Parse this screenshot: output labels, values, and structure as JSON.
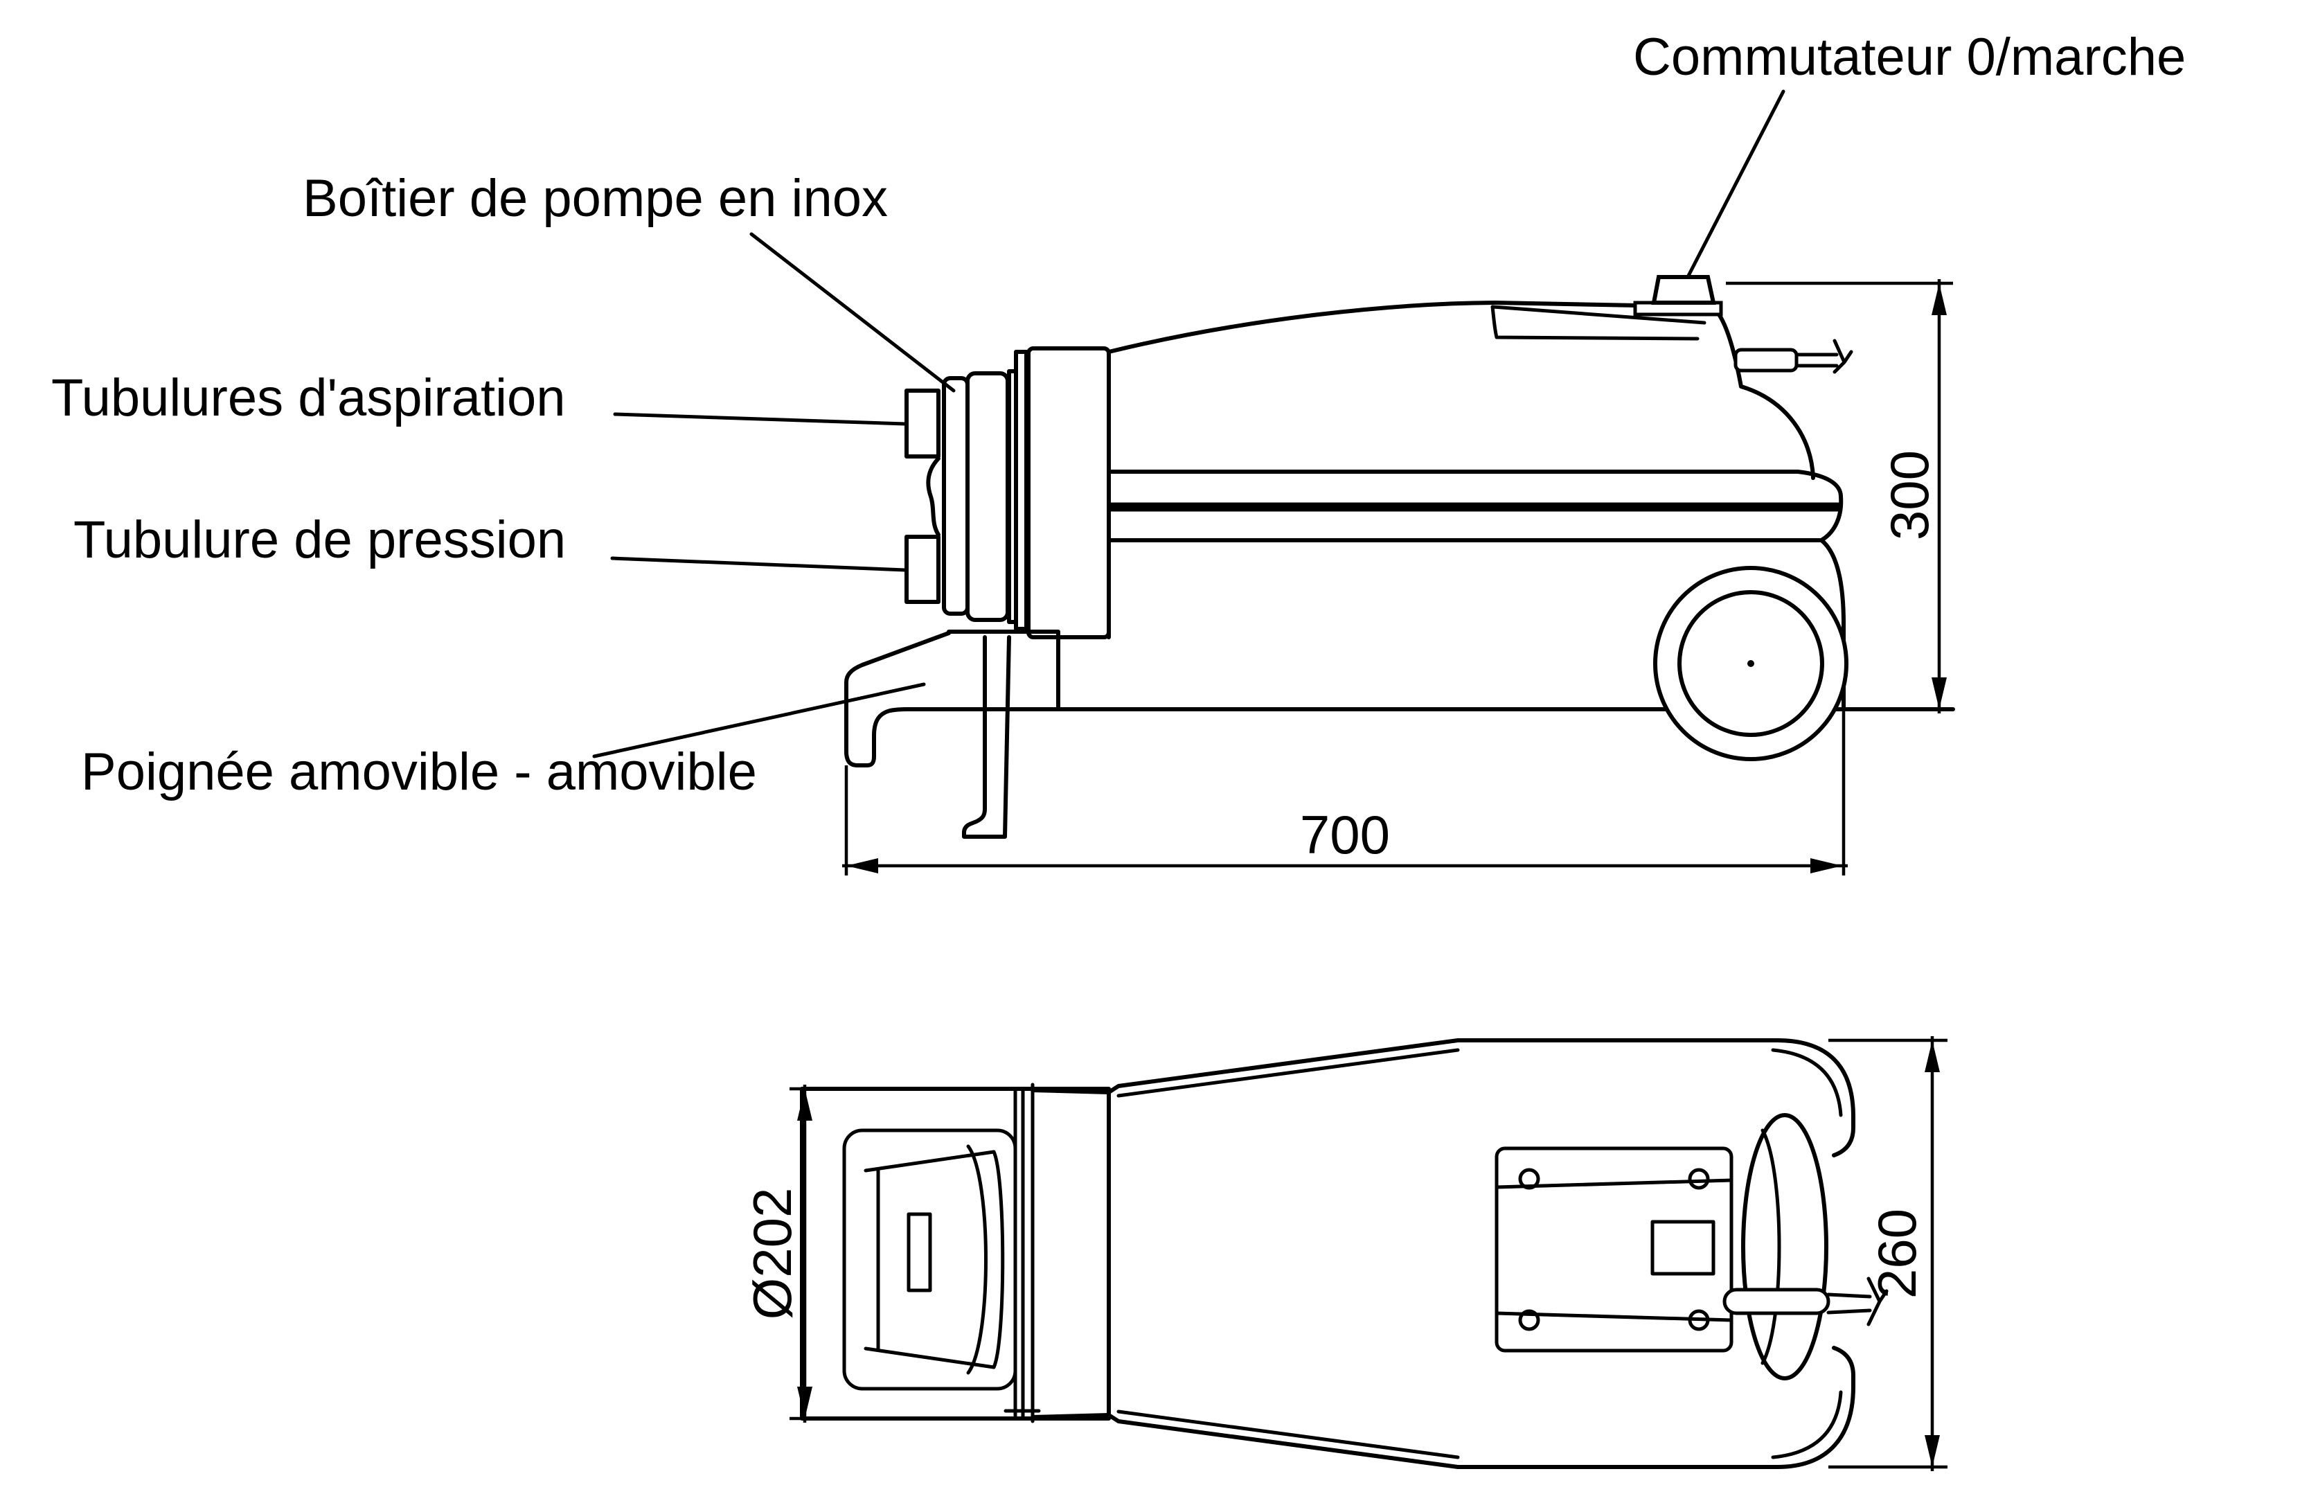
{
  "title": "Pump dimensional drawing",
  "colors": {
    "line": "#000000",
    "background": "#ffffff"
  },
  "labels": {
    "switch": "Commutateur 0/marche",
    "pump_housing": "Boîtier de pompe en inox",
    "suction_ports": "Tubulures d'aspiration",
    "pressure_port": "Tubulure de pression",
    "handle": "Poignée amovible - amovible"
  },
  "dimensions": {
    "length": "700",
    "height": "300",
    "diameter": "Ø202",
    "width": "260"
  }
}
